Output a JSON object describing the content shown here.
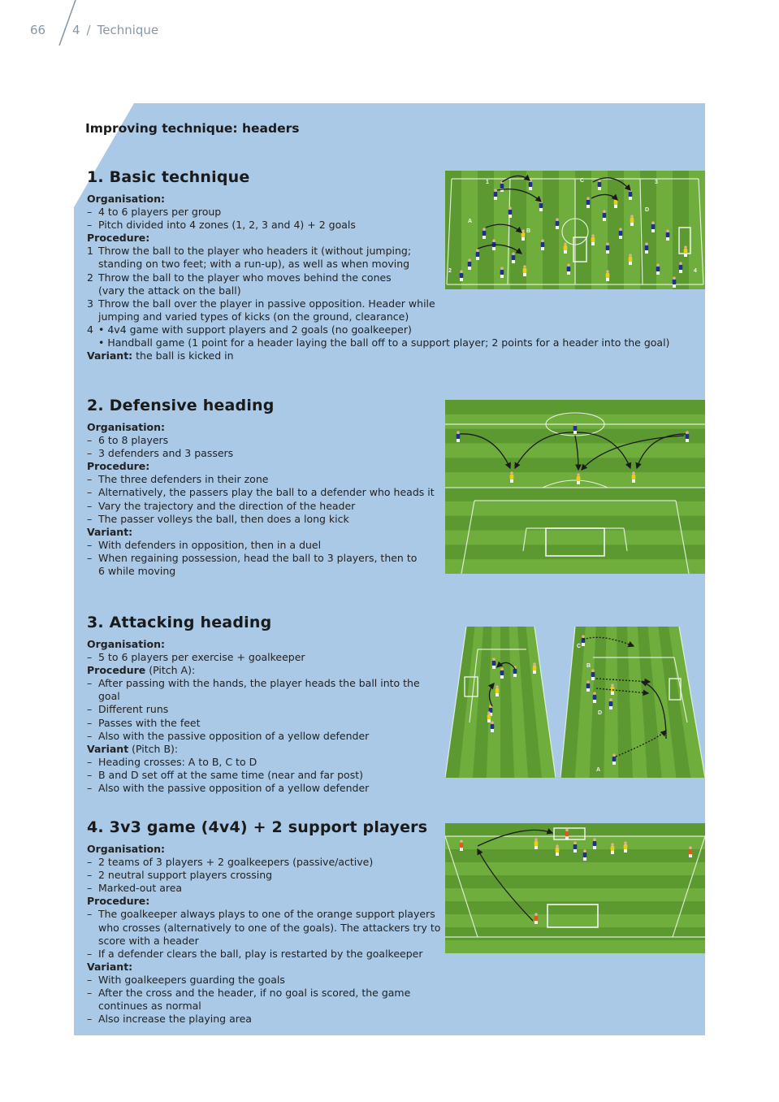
{
  "header": {
    "page_number": "66",
    "chapter_number": "4",
    "separator": "/",
    "chapter_title": "Technique"
  },
  "panel_title": "Improving technique: headers",
  "sections": [
    {
      "title": "1. Basic technique",
      "lines": [
        {
          "type": "label",
          "text": "Organisation:"
        },
        {
          "type": "dash",
          "text": "4 to 6 players per group"
        },
        {
          "type": "dash",
          "text": "Pitch divided into 4 zones (1, 2, 3 and 4) + 2 goals"
        },
        {
          "type": "label",
          "text": "Procedure:"
        },
        {
          "type": "num",
          "num": "1",
          "text": "Throw the ball to the player who headers it (without jumping;"
        },
        {
          "type": "cont",
          "text": "standing on two feet; with a run-up), as well as when moving"
        },
        {
          "type": "num",
          "num": "2",
          "text": "Throw the ball to the player who moves behind the cones"
        },
        {
          "type": "cont",
          "text": "(vary the attack on the ball)"
        },
        {
          "type": "num",
          "num": "3",
          "text": "Throw the ball over the player in passive opposition. Header while"
        },
        {
          "type": "cont",
          "text": "jumping and varied types of kicks (on the ground, clearance)"
        },
        {
          "type": "num",
          "num": "4",
          "text": "• 4v4 game with support players and 2 goals (no goalkeeper)"
        },
        {
          "type": "cont",
          "text": "• Handball game (1 point for a header laying the ball off to a support player; 2 points for a header into the goal)"
        },
        {
          "type": "variant",
          "label": "Variant:",
          "text": " the ball is kicked in"
        }
      ]
    },
    {
      "title": "2. Defensive heading",
      "lines": [
        {
          "type": "label",
          "text": "Organisation:"
        },
        {
          "type": "dash",
          "text": "6 to 8 players"
        },
        {
          "type": "dash",
          "text": "3 defenders and 3 passers"
        },
        {
          "type": "label",
          "text": "Procedure:"
        },
        {
          "type": "dash",
          "text": "The three defenders in their zone"
        },
        {
          "type": "dash",
          "text": "Alternatively, the passers play the ball to a defender who heads it"
        },
        {
          "type": "dash",
          "text": "Vary the trajectory and the direction of the header"
        },
        {
          "type": "dash",
          "text": "The passer volleys the ball, then does a long kick"
        },
        {
          "type": "label",
          "text": "Variant:"
        },
        {
          "type": "dash",
          "text": "With defenders in opposition, then in a duel"
        },
        {
          "type": "dash",
          "text": "When regaining possession, head the ball to 3 players, then to"
        },
        {
          "type": "cont",
          "text": "6 while moving"
        }
      ]
    },
    {
      "title": "3. Attacking heading",
      "lines": [
        {
          "type": "label",
          "text": "Organisation:"
        },
        {
          "type": "dash",
          "text": "5 to 6 players per exercise + goalkeeper"
        },
        {
          "type": "variant",
          "label": "Procedure",
          "text": " (Pitch A):"
        },
        {
          "type": "dash",
          "text": "After passing with the hands, the player heads the ball into the goal"
        },
        {
          "type": "dash",
          "text": "Different runs"
        },
        {
          "type": "dash",
          "text": "Passes with the feet"
        },
        {
          "type": "dash",
          "text": "Also with the passive opposition of a yellow defender"
        },
        {
          "type": "variant",
          "label": "Variant",
          "text": " (Pitch B):"
        },
        {
          "type": "dash",
          "text": "Heading crosses: A to B, C to D"
        },
        {
          "type": "dash",
          "text": "B and D set off at the same time (near and far post)"
        },
        {
          "type": "dash",
          "text": "Also with the passive opposition of a yellow defender"
        }
      ]
    },
    {
      "title": "4. 3v3 game (4v4) + 2 support players",
      "lines": [
        {
          "type": "label",
          "text": "Organisation:"
        },
        {
          "type": "dash",
          "text": "2 teams of 3 players + 2 goalkeepers (passive/active)"
        },
        {
          "type": "dash",
          "text": "2 neutral support players crossing"
        },
        {
          "type": "dash",
          "text": "Marked-out area"
        },
        {
          "type": "label",
          "text": "Procedure:"
        },
        {
          "type": "dash",
          "text": "The goalkeeper always plays to one of the orange support players"
        },
        {
          "type": "cont",
          "text": "who crosses (alternatively to one of the goals). The attackers try to"
        },
        {
          "type": "cont",
          "text": "score with a header"
        },
        {
          "type": "dash",
          "text": "If a defender clears the ball, play is restarted by the goalkeeper"
        },
        {
          "type": "label",
          "text": "Variant:"
        },
        {
          "type": "dash",
          "text": "With goalkeepers guarding the goals"
        },
        {
          "type": "dash",
          "text": "After the cross and the header, if no goal is scored, the game"
        },
        {
          "type": "cont",
          "text": "continues as normal"
        },
        {
          "type": "dash",
          "text": "Also increase the playing area"
        }
      ]
    }
  ],
  "diagrams": {
    "pitch1": {
      "zone_labels": [
        "1",
        "2",
        "3",
        "4"
      ],
      "player_labels": [
        "A",
        "B",
        "C",
        "D"
      ]
    },
    "pitch3a": {
      "player_labels": [
        "A",
        "B"
      ]
    },
    "pitch3b": {
      "player_labels": [
        "C",
        "B",
        "D",
        "A"
      ]
    }
  },
  "colors": {
    "panel": "#a9c9e6",
    "grass_light": "#6fae3d",
    "grass_dark": "#5c9a31",
    "blue_player": "#1d2f8f",
    "yellow_player": "#e7cf1f",
    "orange_player": "#e2571a"
  }
}
